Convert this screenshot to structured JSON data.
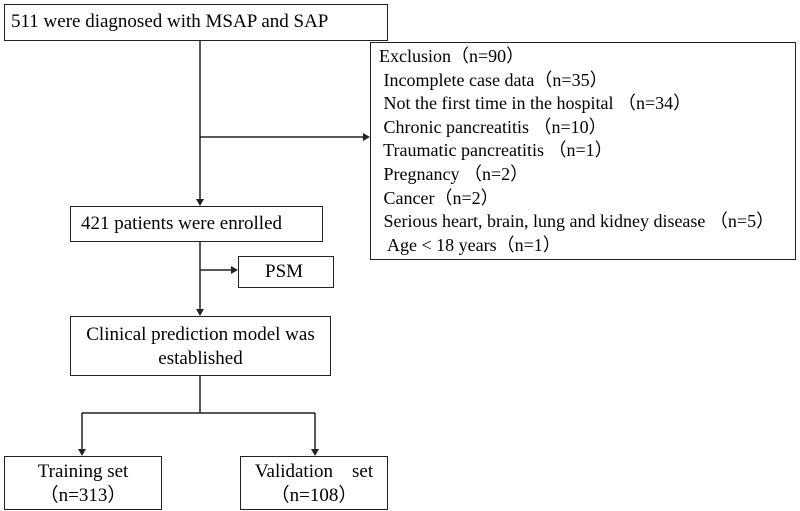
{
  "diagnosed": {
    "text": "511 were diagnosed with MSAP and SAP"
  },
  "exclusion": {
    "title": "Exclusion（n=90）",
    "items": [
      " Incomplete case data（n=35）",
      " Not the first time in the hospital （n=34）",
      " Chronic pancreatitis （n=10）",
      " Traumatic pancreatitis （n=1）",
      " Pregnancy （n=2）",
      " Cancer（n=2）",
      " Serious heart, brain, lung and kidney disease （n=5）",
      "  Age < 18 years（n=1）"
    ]
  },
  "enrolled": {
    "text": "421 patients were enrolled"
  },
  "psm": {
    "text": "PSM"
  },
  "model": {
    "line1": "Clinical prediction model was",
    "line2": "established"
  },
  "training": {
    "line1": "Training set",
    "line2": "（n=313）"
  },
  "validation": {
    "line1": "Validation    set",
    "line2": "（n=108）"
  }
}
